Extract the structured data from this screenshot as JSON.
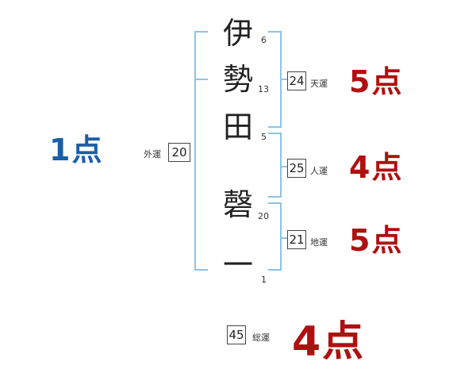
{
  "name_chars": [
    {
      "char": "伊",
      "strokes": "6"
    },
    {
      "char": "勢",
      "strokes": "13"
    },
    {
      "char": "田",
      "strokes": "5"
    },
    {
      "char": "磬",
      "strokes": "20"
    },
    {
      "char": "一",
      "strokes": "1"
    }
  ],
  "gaiun": {
    "label": "外運",
    "value": "20",
    "score": "1点"
  },
  "tenun": {
    "label": "天運",
    "value": "24",
    "score": "5点"
  },
  "jinun": {
    "label": "人運",
    "value": "25",
    "score": "4点"
  },
  "chiun": {
    "label": "地運",
    "value": "21",
    "score": "5点"
  },
  "souun": {
    "label": "総運",
    "value": "45",
    "score": "4点"
  },
  "colors": {
    "bracket": "#8ec3e6",
    "score_red": "#b01010",
    "score_blue": "#1a5fa8"
  }
}
